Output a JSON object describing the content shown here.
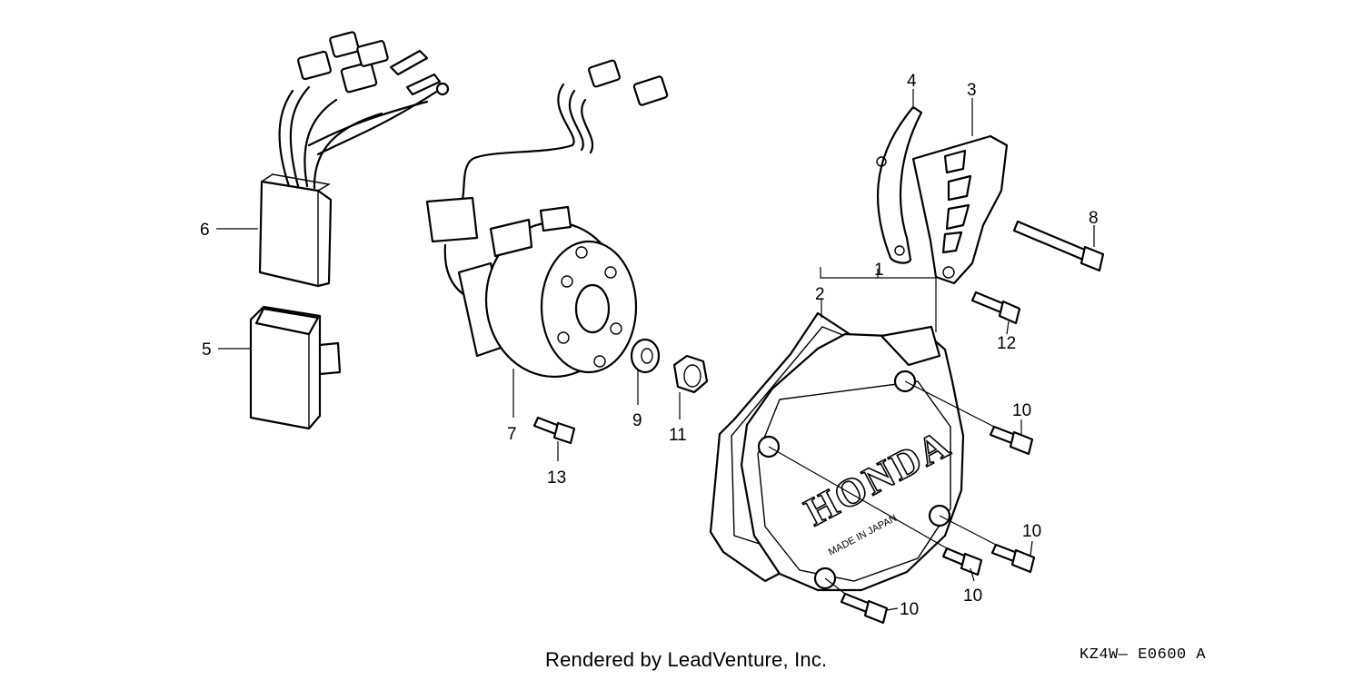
{
  "callouts": {
    "part_1": "1",
    "part_2": "2",
    "part_3": "3",
    "part_4": "4",
    "part_5": "5",
    "part_6": "6",
    "part_7": "7",
    "part_8": "8",
    "part_9": "9",
    "part_10": "10",
    "part_11": "11",
    "part_12": "12",
    "part_13": "13"
  },
  "cover_text": {
    "brand": "HONDA",
    "origin": "MADE IN JAPAN"
  },
  "footer": {
    "rendered_by": "Rendered by LeadVenture, Inc.",
    "diagram_code": "KZ4W— E0600 A"
  }
}
